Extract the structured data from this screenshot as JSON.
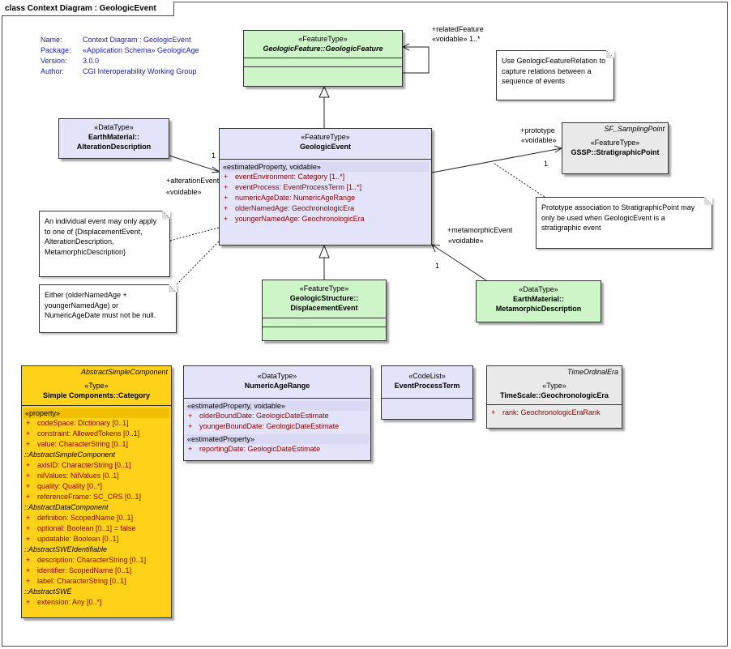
{
  "diagram": {
    "frame_title": "class Context Diagram : GeologicEvent",
    "meta": [
      {
        "key": "Name:",
        "value": "Context Diagram : GeologicEvent"
      },
      {
        "key": "Package:",
        "value": "«Application Schema» GeologicAge"
      },
      {
        "key": "Version:",
        "value": "3.0.0"
      },
      {
        "key": "Author:",
        "value": "CGI Interoperability Working Group"
      }
    ],
    "classes": {
      "geologic_feature": {
        "stereotype": "«FeatureType»",
        "name": "GeologicFeature::GeologicFeature"
      },
      "alteration": {
        "stereotype": "«DataType»",
        "name1": "EarthMaterial::",
        "name2": "AlterationDescription"
      },
      "geologic_event": {
        "stereotype": "«FeatureType»",
        "name": "GeologicEvent",
        "section": "«estimatedProperty, voidable»",
        "attributes": [
          {
            "vis": "+",
            "text": "eventEnvironment:  Category [1..*]"
          },
          {
            "vis": "+",
            "text": "eventProcess:  EventProcessTerm [1..*]"
          },
          {
            "vis": "+",
            "text": "numericAgeDate:  NumericAgeRange"
          },
          {
            "vis": "+",
            "text": "olderNamedAge:  GeochronologicEra"
          },
          {
            "vis": "+",
            "text": "youngerNamedAge:  GeochronologicEra"
          }
        ]
      },
      "gssp": {
        "tag": "SF_SamplingPoint",
        "stereotype": "«FeatureType»",
        "name": "GSSP::StratigraphicPoint"
      },
      "displacement": {
        "stereotype": "«FeatureType»",
        "name1": "GeologicStructure::",
        "name2": "DisplacementEvent"
      },
      "metamorphic": {
        "stereotype": "«DataType»",
        "name1": "EarthMaterial::",
        "name2": "MetamorphicDescription"
      },
      "category": {
        "tag": "AbstractSimpleComponent",
        "stereotype": "«Type»",
        "name": "Simple Components::Category",
        "section": "«property»",
        "rows": [
          {
            "kind": "attr",
            "vis": "+",
            "text": "codeSpace:  Dictionary [0..1]"
          },
          {
            "kind": "attr",
            "vis": "+",
            "text": "constraint:  AllowedTokens [0..1]"
          },
          {
            "kind": "attr",
            "vis": "+",
            "text": "value:  CharacterString [0..1]"
          },
          {
            "kind": "group",
            "text": "::AbstractSimpleComponent"
          },
          {
            "kind": "attr",
            "vis": "+",
            "text": "axisID:  CharacterString [0..1]"
          },
          {
            "kind": "attr",
            "vis": "+",
            "text": "nilValues:  NilValues [0..1]"
          },
          {
            "kind": "attr",
            "vis": "+",
            "text": "quality:  Quality [0..*]"
          },
          {
            "kind": "attr",
            "vis": "+",
            "text": "referenceFrame:  SC_CRS [0..1]"
          },
          {
            "kind": "group",
            "text": "::AbstractDataComponent"
          },
          {
            "kind": "attr",
            "vis": "+",
            "text": "definition:  ScopedName [0..1]"
          },
          {
            "kind": "attr",
            "vis": "+",
            "text": "optional:  Boolean [0..1] = false"
          },
          {
            "kind": "attr",
            "vis": "+",
            "text": "updatable:  Boolean [0..1]"
          },
          {
            "kind": "group",
            "text": "::AbstractSWEIdentifiable"
          },
          {
            "kind": "attr",
            "vis": "+",
            "text": "description:  CharacterString [0..1]"
          },
          {
            "kind": "attr",
            "vis": "+",
            "text": "identifier:  ScopedName [0..1]"
          },
          {
            "kind": "attr",
            "vis": "+",
            "text": "label:  CharacterString [0..1]"
          },
          {
            "kind": "group",
            "text": "::AbstractSWE"
          },
          {
            "kind": "attr",
            "vis": "+",
            "text": "extension:  Any [0..*]"
          }
        ]
      },
      "numeric_age_range": {
        "stereotype": "«DataType»",
        "name": "NumericAgeRange",
        "section1": "«estimatedProperty, voidable»",
        "attrs1": [
          {
            "vis": "+",
            "text": "olderBoundDate:  GeologicDateEstimate"
          },
          {
            "vis": "+",
            "text": "youngerBoundDate:  GeologicDateEstimate"
          }
        ],
        "section2": "«estimatedProperty»",
        "attrs2": [
          {
            "vis": "+",
            "text": "reportingDate:  GeologicDateEstimate"
          }
        ]
      },
      "event_process_term": {
        "stereotype": "«CodeList»",
        "name": "EventProcessTerm"
      },
      "geochronologic_era": {
        "tag": "TimeOrdinalEra",
        "stereotype": "«Type»",
        "name": "TimeScale::GeochronologicEra",
        "attrs": [
          {
            "vis": "+",
            "text": "rank:  GeochronologicEraRank"
          }
        ]
      }
    },
    "notes": {
      "relation": "Use GeologicFeatureRelation to capture relations between a sequence of events",
      "individual": "An individual event may only apply to one of {DisplacementEvent, AlterationDescription, MetamorphicDescription}",
      "either": "Either (olderNamedAge + youngerNamedAge) or NumericAgeDate must not be null.",
      "prototype": "Prototype association to StratigraphicPoint may only be used when GeologicEvent is a stratigraphic event"
    },
    "labels": {
      "related_feature": "+relatedFeature",
      "related_voidable": "«voidable»  1..*",
      "alteration_event": "+alterationEvent",
      "alteration_voidable": "«voidable»",
      "alteration_mult": "1",
      "prototype": "+prototype",
      "prototype_voidable": "«voidable»",
      "prototype_mult": "1",
      "metamorphic_event": "+metamorphicEvent",
      "metamorphic_voidable": "«voidable»",
      "metamorphic_mult": "1"
    }
  }
}
